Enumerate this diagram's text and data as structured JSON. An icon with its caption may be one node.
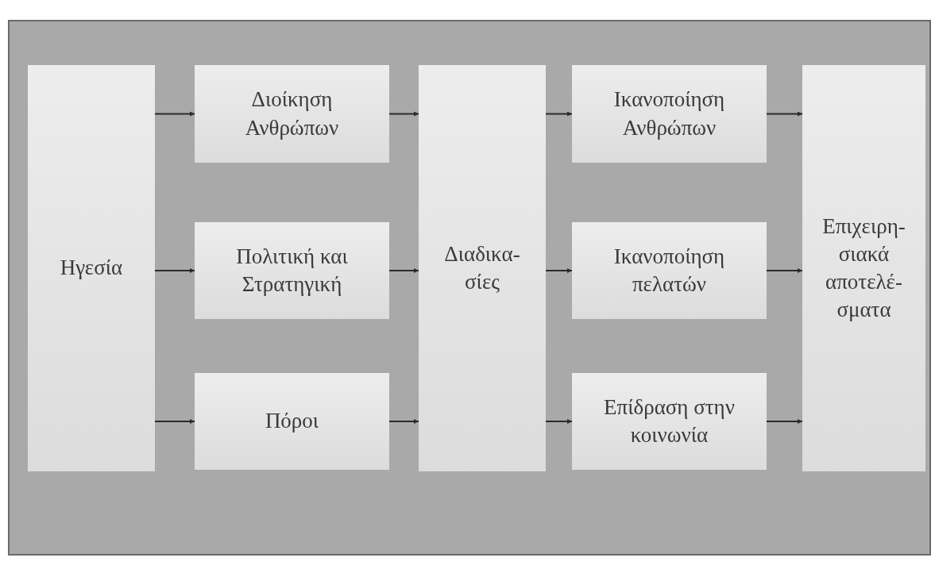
{
  "diagram": {
    "nodes": [
      {
        "text": [
          "Ηγεσία"
        ]
      },
      {
        "text": [
          "Διοίκηση Ανθρώπων"
        ]
      },
      {
        "text": [
          "Πολιτική και Στρατηγική"
        ]
      },
      {
        "text": [
          "Πόροι"
        ]
      },
      {
        "text": [
          "Διαδικα- σίες"
        ]
      },
      {
        "text": [
          "Ικανοποίηση Ανθρώπων"
        ]
      },
      {
        "text": [
          "Ικανοποίηση πελατών"
        ]
      },
      {
        "text": [
          "Επίδραση στην κοινωνία"
        ]
      },
      {
        "text": [
          "Επιχειρη- σιακά αποτελέ- σματα"
        ]
      }
    ],
    "edges": [
      {
        "from": 0,
        "to": 1,
        "arrow": "to"
      },
      {
        "from": 0,
        "to": 2,
        "arrow": "to"
      },
      {
        "from": 0,
        "to": 3,
        "arrow": "to"
      },
      {
        "from": 1,
        "to": 4,
        "arrow": "to"
      },
      {
        "from": 2,
        "to": 4,
        "arrow": "to"
      },
      {
        "from": 3,
        "to": 4,
        "arrow": "to"
      },
      {
        "from": 4,
        "to": 5,
        "arrow": "to"
      },
      {
        "from": 4,
        "to": 6,
        "arrow": "to"
      },
      {
        "from": 4,
        "to": 7,
        "arrow": "to"
      },
      {
        "from": 5,
        "to": 8,
        "arrow": "to"
      },
      {
        "from": 6,
        "to": 8,
        "arrow": "to"
      },
      {
        "from": 7,
        "to": 8,
        "arrow": "to"
      }
    ]
  }
}
